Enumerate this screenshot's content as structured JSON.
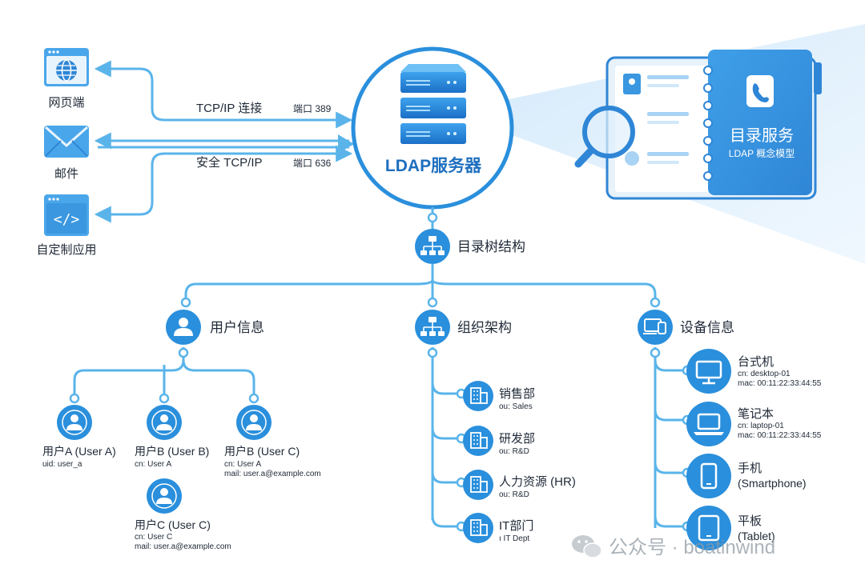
{
  "client": {
    "web": "网页端",
    "mail": "邮件",
    "custom_app": "自定制应用"
  },
  "connections": {
    "tcp": "TCP/IP 连接",
    "tcp_port": "端口 389",
    "secure": "安全 TCP/IP",
    "secure_port": "端口 636"
  },
  "server": {
    "label": "LDAP服务器"
  },
  "directory_card": {
    "title": "目录服务",
    "subtitle": "LDAP 概念模型"
  },
  "tree": {
    "label": "目录树结构"
  },
  "branches": {
    "users": "用户信息",
    "org": "组织架构",
    "devices": "设备信息"
  },
  "users": [
    {
      "name": "用户A (User A)",
      "lines": [
        "uid: user_a"
      ]
    },
    {
      "name": "用户B (User B)",
      "lines": [
        "cn: User A"
      ]
    },
    {
      "name": "用户B (User C)",
      "lines": [
        "cn: User A",
        "mail: user.a@example.com"
      ]
    },
    {
      "name": "用户C (User C)",
      "lines": [
        "cn: User C",
        "mail: user.a@example.com"
      ]
    }
  ],
  "departments": [
    {
      "name": "销售部",
      "ou": "ou: Sales"
    },
    {
      "name": "研发部",
      "ou": "ou: R&D"
    },
    {
      "name": "人力资源 (HR)",
      "ou": "ou: R&D"
    },
    {
      "name": "IT部门",
      "ou": "ı IT Dept"
    }
  ],
  "devices": [
    {
      "name": "台式机",
      "l1": "cn: desktop-01",
      "l2": "mac: 00:11:22:33:44:55"
    },
    {
      "name": "笔记本",
      "l1": "cn: laptop-01",
      "l2": "mac: 00:11:22:33:44:55"
    },
    {
      "name": "手机",
      "l1": "(Smartphone)",
      "l2": ""
    },
    {
      "name": "平板",
      "l1": "(Tablet)",
      "l2": ""
    }
  ],
  "watermark": "公众号 · boatinwind",
  "colors": {
    "primary": "#2a8fdc",
    "line": "#5ab4ea",
    "dark_blue": "#1e6fbf",
    "bg_beam": "#dbeefb"
  }
}
